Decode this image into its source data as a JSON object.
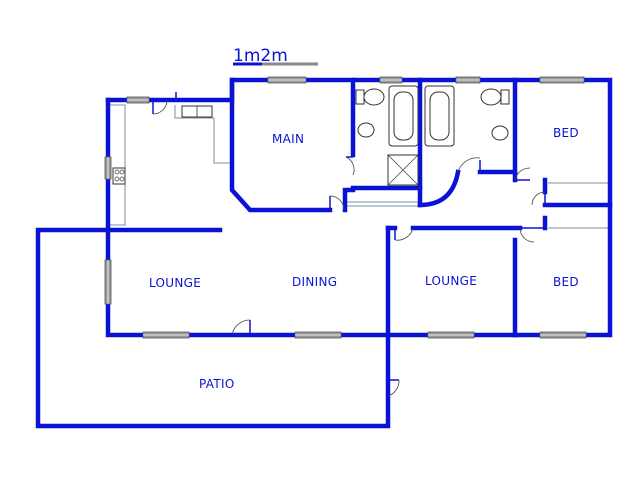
{
  "scale": {
    "label": "1m2m"
  },
  "rooms": {
    "main": "MAIN",
    "bed_top": "BED",
    "bed_bottom": "BED",
    "lounge_left": "LOUNGE",
    "dining": "DINING",
    "lounge_right": "LOUNGE",
    "patio": "PATIO"
  },
  "colors": {
    "wall": "#0a12d6",
    "window": "#9a9a9a",
    "background": "#ffffff"
  }
}
